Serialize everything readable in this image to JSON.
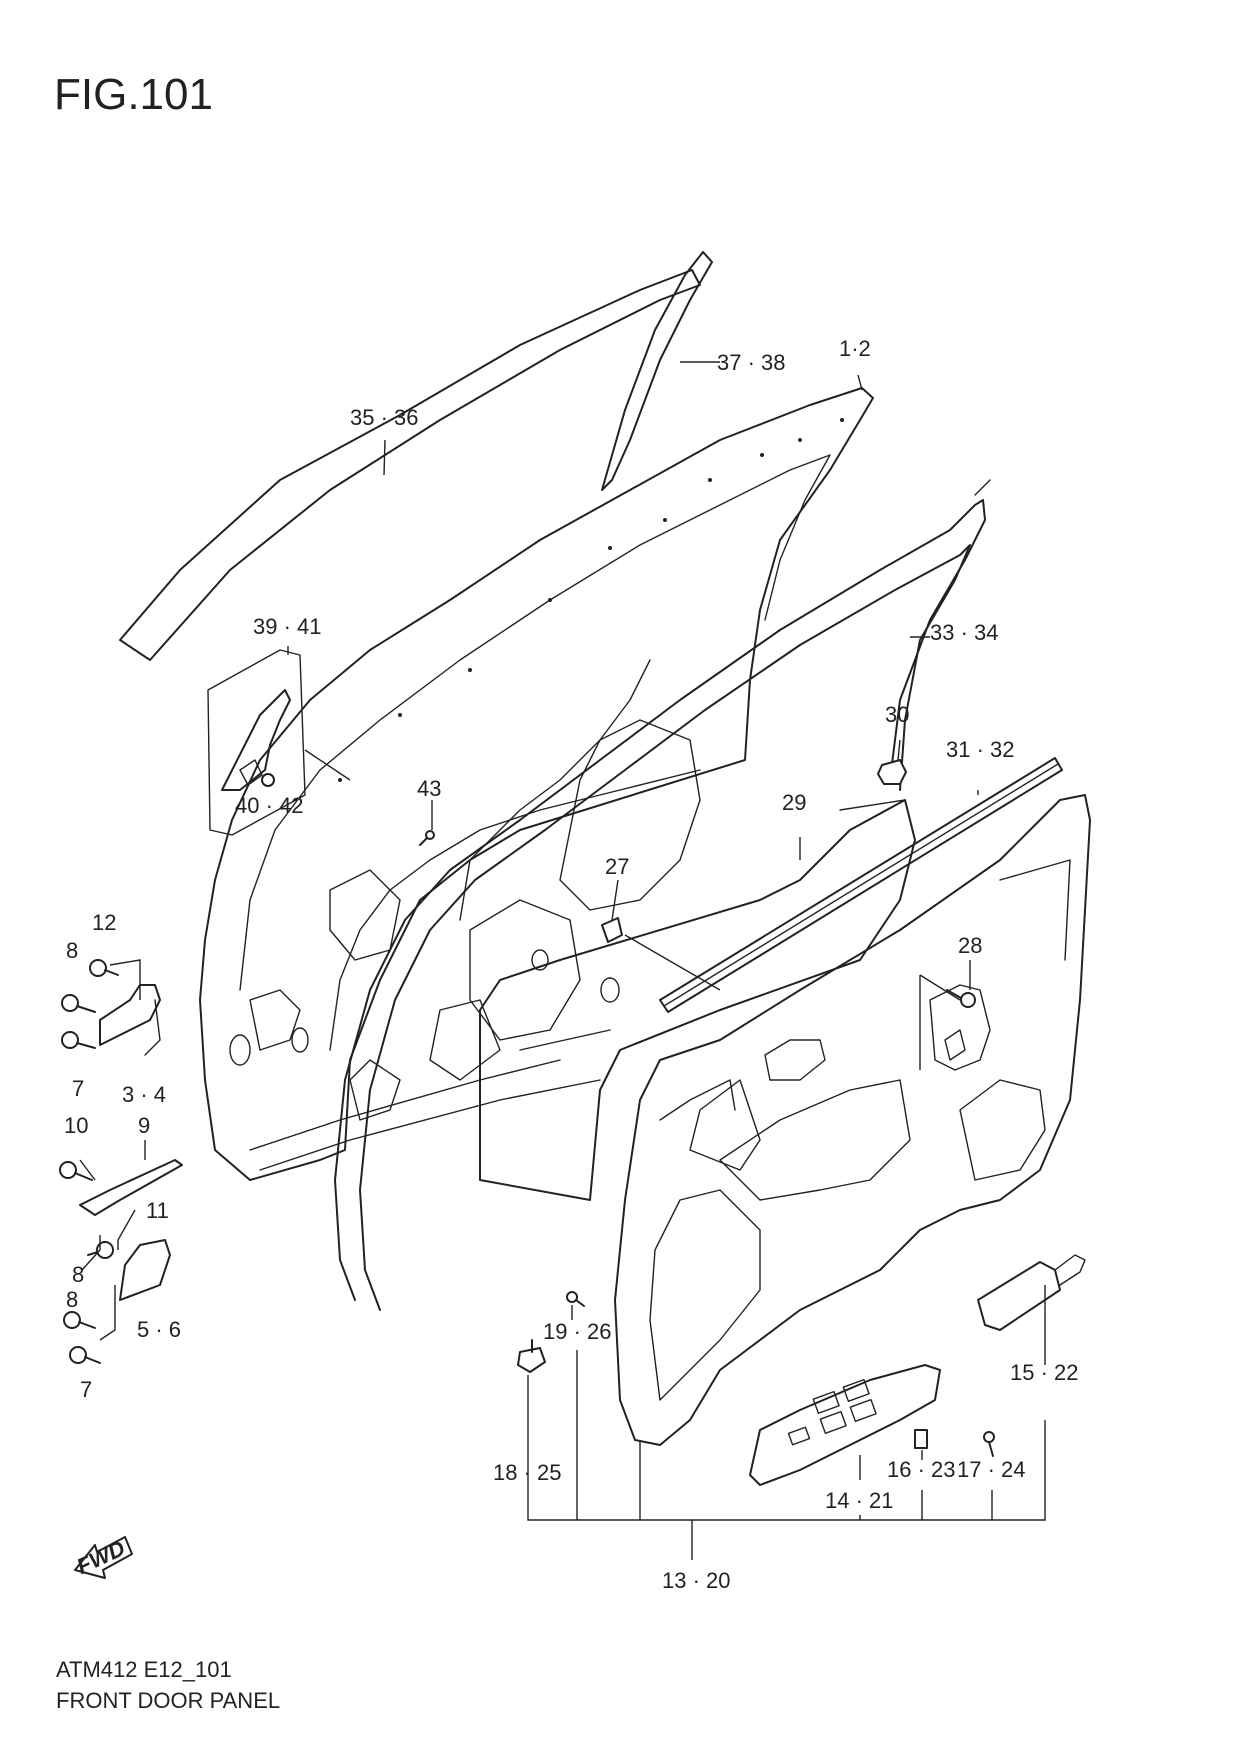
{
  "figure": {
    "title": "FIG.101",
    "code": "ATM412 E12_101",
    "caption": "FRONT DOOR PANEL"
  },
  "fwd_label": "FWD",
  "callouts": [
    {
      "id": "c-1-2",
      "text": "1·2"
    },
    {
      "id": "c-3-4",
      "text": "3 · 4"
    },
    {
      "id": "c-5-6",
      "text": "5 · 6"
    },
    {
      "id": "c-7a",
      "text": "7"
    },
    {
      "id": "c-7b",
      "text": "7"
    },
    {
      "id": "c-8a",
      "text": "8"
    },
    {
      "id": "c-8b",
      "text": "8"
    },
    {
      "id": "c-8c",
      "text": "8"
    },
    {
      "id": "c-9",
      "text": "9"
    },
    {
      "id": "c-10",
      "text": "10"
    },
    {
      "id": "c-11",
      "text": "11"
    },
    {
      "id": "c-12",
      "text": "12"
    },
    {
      "id": "c-13-20",
      "text": "13 · 20"
    },
    {
      "id": "c-14-21",
      "text": "14 · 21"
    },
    {
      "id": "c-15-22",
      "text": "15 · 22"
    },
    {
      "id": "c-16-23",
      "text": "16 · 23"
    },
    {
      "id": "c-17-24",
      "text": "17 · 24"
    },
    {
      "id": "c-18-25",
      "text": "18 · 25"
    },
    {
      "id": "c-19-26",
      "text": "19 · 26"
    },
    {
      "id": "c-27",
      "text": "27"
    },
    {
      "id": "c-28",
      "text": "28"
    },
    {
      "id": "c-29",
      "text": "29"
    },
    {
      "id": "c-30",
      "text": "30"
    },
    {
      "id": "c-31-32",
      "text": "31 · 32"
    },
    {
      "id": "c-33-34",
      "text": "33 · 34"
    },
    {
      "id": "c-35-36",
      "text": "35 · 36"
    },
    {
      "id": "c-37-38",
      "text": "37 · 38"
    },
    {
      "id": "c-39-41",
      "text": "39 · 41"
    },
    {
      "id": "c-40-42",
      "text": "40 · 42"
    },
    {
      "id": "c-43",
      "text": "43"
    }
  ]
}
